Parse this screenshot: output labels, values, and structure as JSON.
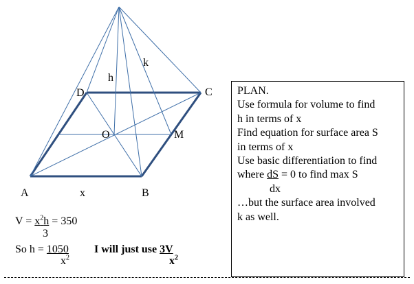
{
  "diagram": {
    "labels": {
      "A": "A",
      "B": "B",
      "C": "C",
      "D": "D",
      "O": "O",
      "M": "M",
      "h": "h",
      "k": "k",
      "x": "x"
    }
  },
  "plan": {
    "title": "PLAN.",
    "line1": "Use formula for volume to find",
    "line2": "h in terms of x",
    "line3": "Find equation for surface area S",
    "line4": "in terms of x",
    "line5": "Use basic differentiation to find",
    "line6_pre": "where ",
    "line6_u": "dS",
    "line6_post": " = 0 to find max S",
    "line7": "dx",
    "line8": "…but the surface area involved",
    "line9": "k as well."
  },
  "work": {
    "volume_pre": "V = ",
    "volume_num_x": "x",
    "volume_num_exp": "2",
    "volume_num_h": "h",
    "volume_post": " = 350",
    "volume_den": "3",
    "so_pre": "So h = ",
    "so_num": "1050",
    "so_den_x": "x",
    "so_den_exp": "2",
    "note_pre": "I will just use ",
    "note_num": "3V",
    "note_den_x": "x",
    "note_den_exp": "2"
  }
}
